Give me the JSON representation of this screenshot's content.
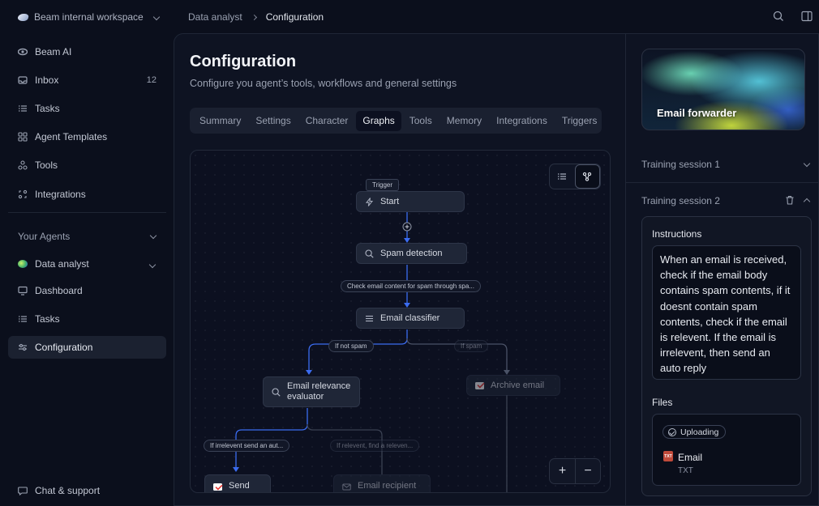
{
  "workspace": {
    "name": "Beam internal workspace"
  },
  "sidebar": {
    "items": [
      {
        "label": "Beam AI",
        "icon": "beam-logo-icon"
      },
      {
        "label": "Inbox",
        "icon": "inbox-icon",
        "badge": "12"
      },
      {
        "label": "Tasks",
        "icon": "list-icon"
      },
      {
        "label": "Agent Templates",
        "icon": "grid-icon"
      },
      {
        "label": "Tools",
        "icon": "tools-icon"
      },
      {
        "label": "Integrations",
        "icon": "integrations-icon"
      }
    ],
    "section": {
      "label": "Your Agents"
    },
    "agent": {
      "label": "Data analyst"
    },
    "agent_items": [
      {
        "label": "Dashboard",
        "icon": "monitor-icon"
      },
      {
        "label": "Tasks",
        "icon": "list-icon"
      },
      {
        "label": "Configuration",
        "icon": "sliders-icon",
        "active": true
      }
    ],
    "footer": {
      "label": "Chat & support"
    }
  },
  "breadcrumb": {
    "parent": "Data analyst",
    "current": "Configuration"
  },
  "page": {
    "title": "Configuration",
    "subtitle": "Configure you agent’s tools, workflows and general settings"
  },
  "tabs": [
    {
      "label": "Summary"
    },
    {
      "label": "Settings"
    },
    {
      "label": "Character"
    },
    {
      "label": "Graphs",
      "active": true
    },
    {
      "label": "Tools"
    },
    {
      "label": "Memory"
    },
    {
      "label": "Integrations"
    },
    {
      "label": "Triggers"
    }
  ],
  "graph": {
    "trigger_tag": "Trigger",
    "start": "Start",
    "spam_detection": "Spam detection",
    "check_label": "Check email content for spam through spa...",
    "classifier": "Email classifier",
    "if_not_spam": "If not spam",
    "if_spam": "If spam",
    "relevance_line1": "Email relevance",
    "relevance_line2": "evaluator",
    "archive": "Archive email",
    "if_irrelevent": "If irrelevent send an aut...",
    "if_relevent": "If relevent, find a releven...",
    "send": "Send",
    "email_recipient": "Email recipient",
    "zoom_in": "+",
    "zoom_out": "−"
  },
  "right_panel": {
    "agent_name": "Email forwarder",
    "session1": "Training session 1",
    "session2": "Training session 2",
    "instructions_label": "Instructions",
    "instructions_text": "When an email is received, check if the email body contains spam contents, if it doesnt contain spam contents, check if the email is relevent. If the email is irrelevent, then send an auto reply",
    "files_label": "Files",
    "upload_status": "Uploading",
    "file_name": "Email",
    "file_type": "TXT",
    "file_icon_text": "TXT"
  },
  "colors": {
    "accent_line": "#3b6cf0",
    "background": "#0b0f1c"
  }
}
